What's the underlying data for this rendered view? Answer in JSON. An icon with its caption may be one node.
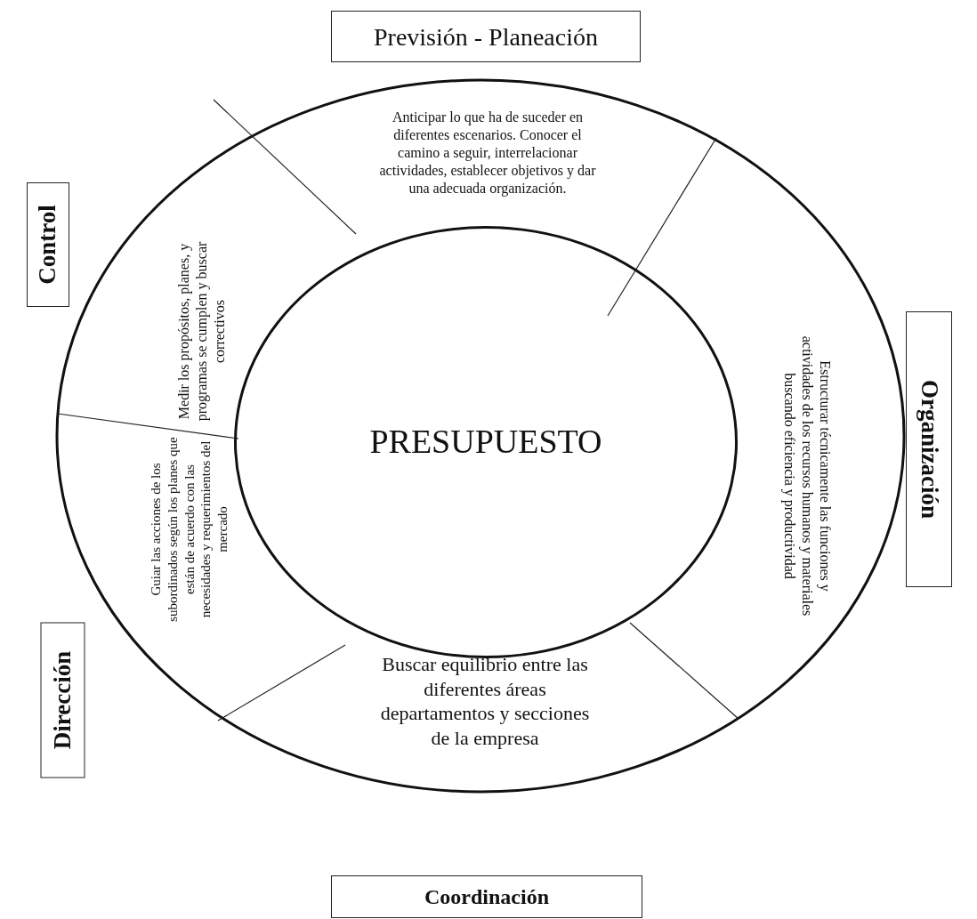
{
  "diagram": {
    "nodes": [
      {
        "text": [
          "Previsión - Planeación"
        ]
      },
      {
        "text": [
          "Anticipar lo que ha de suceder en diferentes escenarios. Conocer el camino a seguir, interrelacionar actividades, establecer objetivos y dar una adecuada organización."
        ]
      },
      {
        "text": [
          "Control"
        ]
      },
      {
        "text": [
          "Medir los propósitos, planes, y programas se cumplen y buscar correctivos"
        ]
      },
      {
        "text": [
          "PRESUPUESTO"
        ]
      },
      {
        "text": [
          "Organización"
        ]
      },
      {
        "text": [
          "Estructurar técnicamente las funciones y actividades de los recursos humanos y materiales buscando eficiencia y productividad"
        ]
      },
      {
        "text": [
          "Dirección"
        ]
      },
      {
        "text": [
          "Guiar las acciones de los subordinados según los planes que están de acuerdo con las necesidades y requerimientos del mercado"
        ]
      },
      {
        "text": [
          "Buscar equilibrio entre las diferentes áreas departamentos y secciones de la empresa"
        ]
      },
      {
        "text": [
          "Coordinación"
        ]
      }
    ],
    "edges": []
  }
}
